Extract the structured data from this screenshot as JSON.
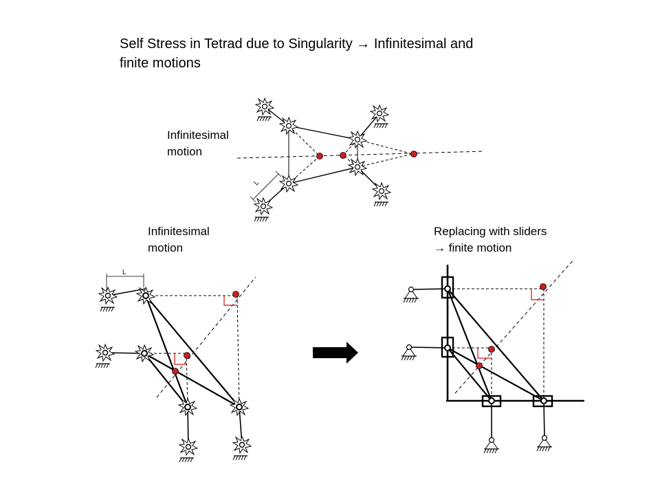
{
  "title": {
    "line1": "Self Stress in Tetrad due to Singularity → Infinitesimal and",
    "line2": "finite motions"
  },
  "labels": {
    "top": [
      "Infinitesimal",
      "motion"
    ],
    "bottom_left": [
      "Infinitesimal",
      "motion"
    ],
    "bottom_right": [
      "Replacing with sliders",
      "→ finite motion"
    ]
  },
  "dimension_label": "L",
  "colors": {
    "ink": "#000000",
    "pivot": "#cc1f1f",
    "right_angle": "#e03a3a"
  },
  "icons": {
    "arrow": "right-arrow-icon",
    "ground": "fixed-support-icon",
    "pin": "pin-support-icon"
  }
}
